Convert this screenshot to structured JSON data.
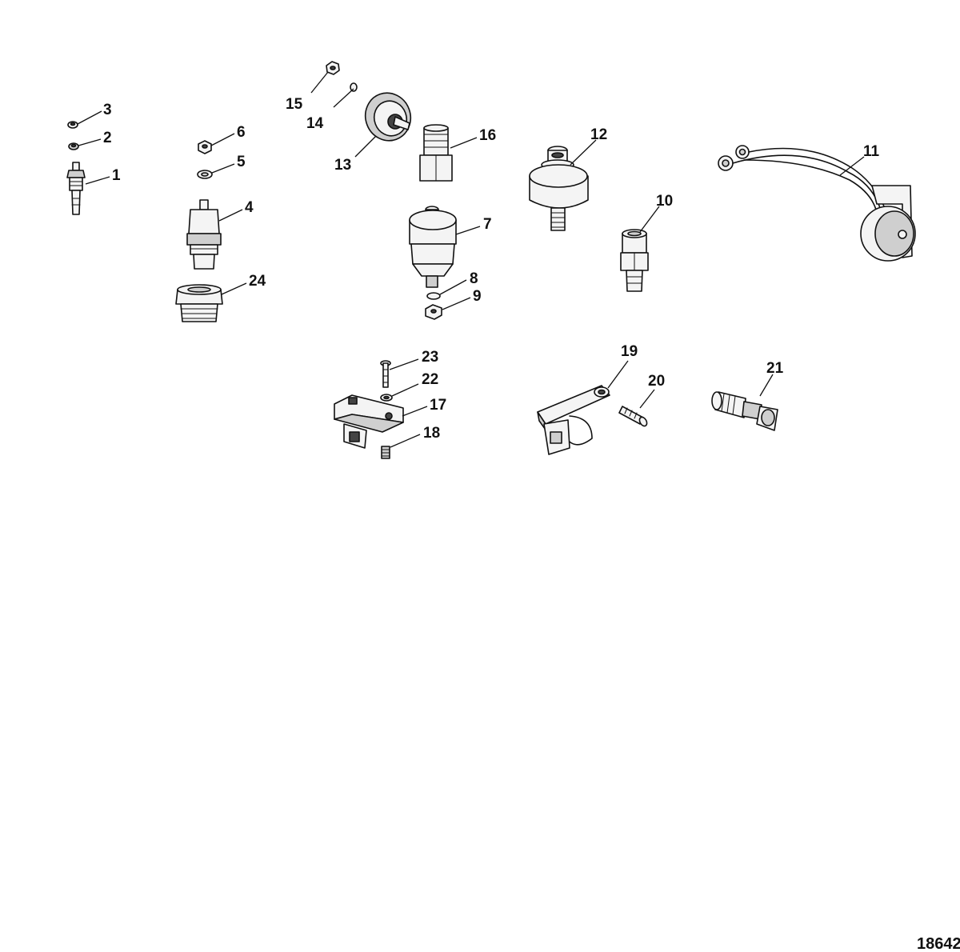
{
  "diagram": {
    "callouts": [
      "1",
      "2",
      "3",
      "4",
      "5",
      "6",
      "7",
      "8",
      "9",
      "10",
      "11",
      "12",
      "13",
      "14",
      "15",
      "16",
      "17",
      "18",
      "19",
      "20",
      "21",
      "22",
      "23",
      "24"
    ],
    "reference_number": "18642"
  }
}
